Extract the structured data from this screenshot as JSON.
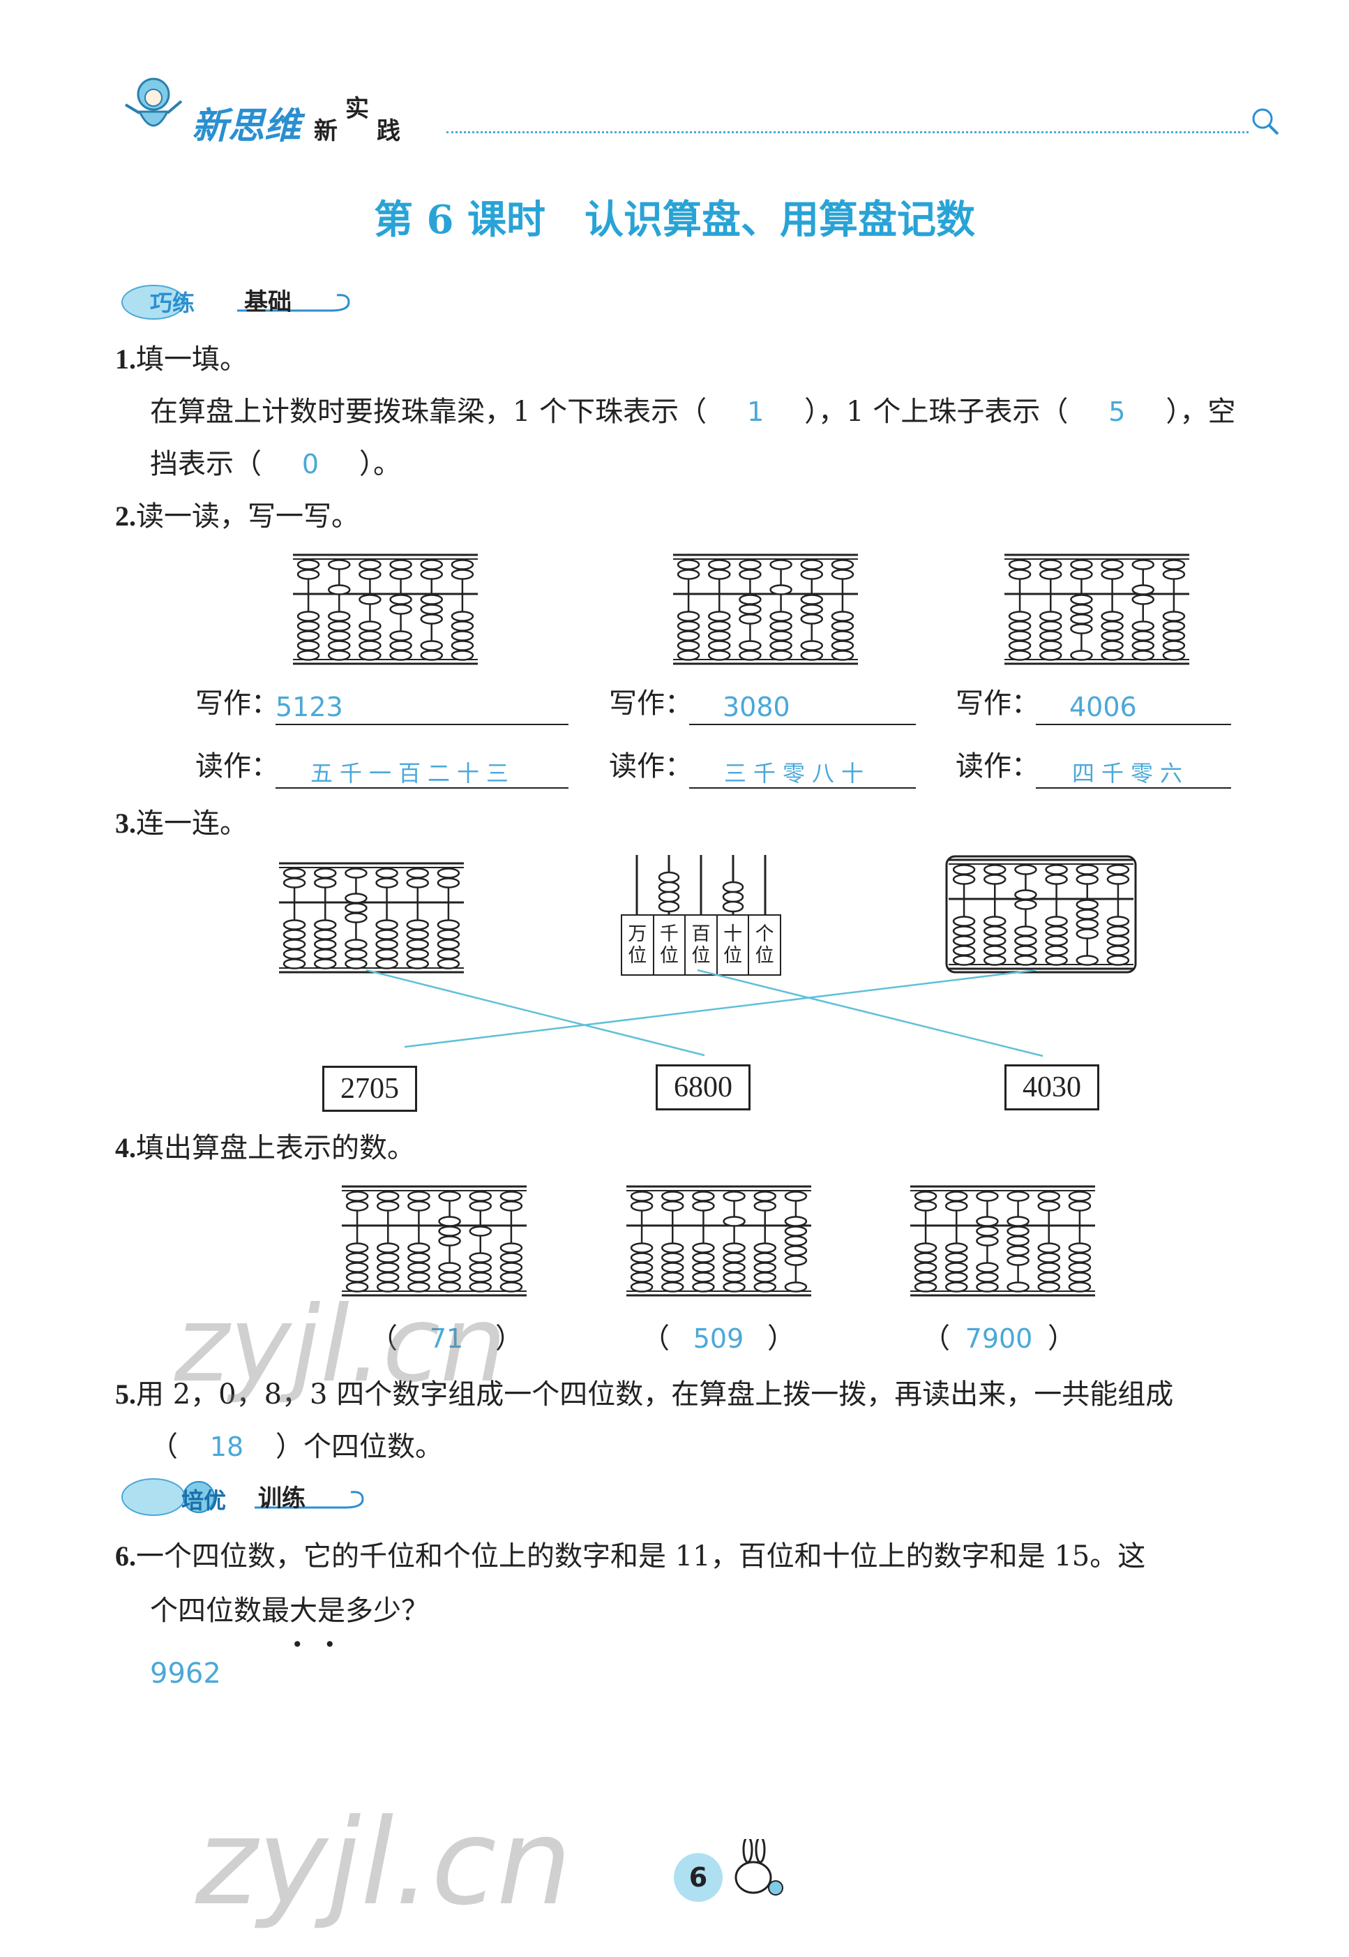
{
  "header": {
    "brand_text": "新思维",
    "brand_sub": [
      "新",
      "实",
      "践"
    ]
  },
  "title": "第 6 课时　认识算盘、用算盘记数",
  "sections": {
    "basic": {
      "label_left": "巧练",
      "label_right": "基础"
    },
    "advanced": {
      "label_left": "培优",
      "label_right": "训练"
    }
  },
  "q1": {
    "num": "1.",
    "prompt": "填一填。",
    "line1_a": "在算盘上计数时要拨珠靠梁，1 个下珠表示（",
    "ans1": "1",
    "line1_b": "），1 个上珠子表示（",
    "ans2": "5",
    "line1_c": "），空",
    "line2_a": "挡表示（",
    "ans3": "0",
    "line2_b": "）。"
  },
  "q2": {
    "num": "2.",
    "prompt": "读一读，写一写。",
    "write_label": "写作：",
    "read_label": "读作：",
    "items": [
      {
        "write": "5123",
        "read": "五千一百二十三"
      },
      {
        "write": "3080",
        "read": "三千零八十"
      },
      {
        "write": "4006",
        "read": "四千零六"
      }
    ]
  },
  "q3": {
    "num": "3.",
    "prompt": "连一连。",
    "place_labels": [
      [
        "万",
        "位"
      ],
      [
        "千",
        "位"
      ],
      [
        "百",
        "位"
      ],
      [
        "十",
        "位"
      ],
      [
        "个",
        "位"
      ]
    ],
    "boxes": [
      "2705",
      "6800",
      "4030"
    ]
  },
  "q4": {
    "num": "4.",
    "prompt": "填出算盘上表示的数。",
    "answers": [
      "71",
      "509",
      "7900"
    ]
  },
  "q5": {
    "num": "5.",
    "line1": "用 2，0，8，3 四个数字组成一个四位数，在算盘上拨一拨，再读出来，一共能组成",
    "line2_a": "（",
    "ans": "18",
    "line2_b": "）个四位数。"
  },
  "q6": {
    "num": "6.",
    "line1": "一个四位数，它的千位和个位上的数字和是 11，百位和十位上的数字和是 15。这",
    "line2": "个四位数最大是多少？",
    "answer": "9962"
  },
  "watermark": "zyjl.cn",
  "page_number": "6",
  "colors": {
    "accent": "#4aa8d8",
    "title": "#29a3d6",
    "ink": "#222222"
  }
}
